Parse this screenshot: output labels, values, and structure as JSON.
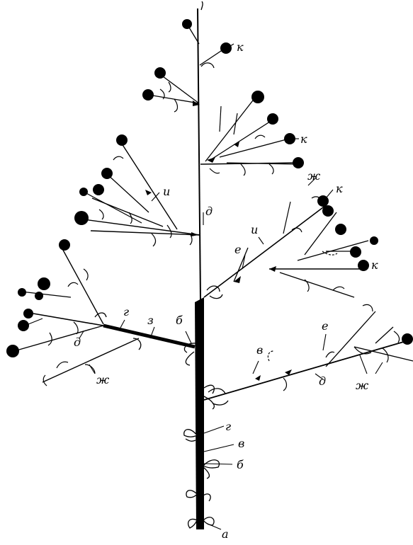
{
  "diagram": {
    "labels": {
      "a": "а",
      "b": "б",
      "v": "в",
      "g": "г",
      "d": "д",
      "e": "е",
      "zh": "ж",
      "z": "з",
      "i": "и",
      "k": "к"
    }
  }
}
